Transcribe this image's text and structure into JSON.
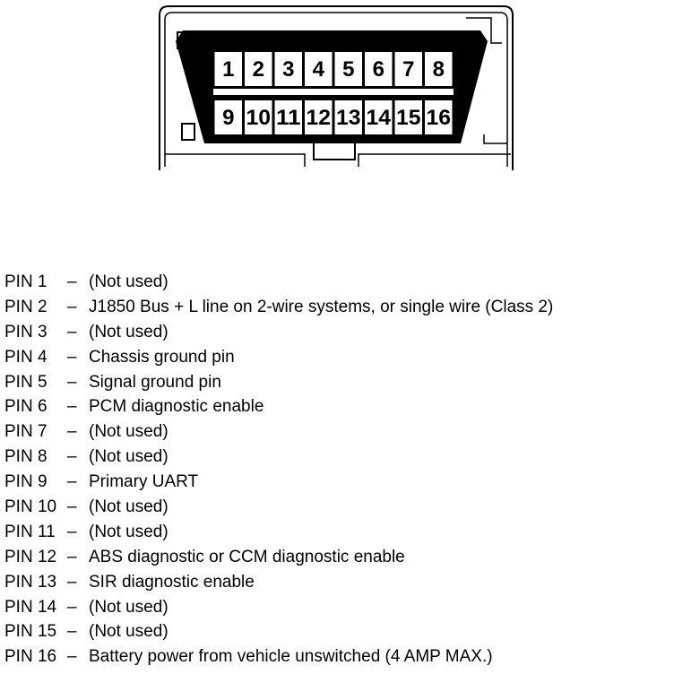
{
  "connector": {
    "top_row": [
      "1",
      "2",
      "3",
      "4",
      "5",
      "6",
      "7",
      "8"
    ],
    "bottom_row": [
      "9",
      "10",
      "11",
      "12",
      "13",
      "14",
      "15",
      "16"
    ]
  },
  "pins": [
    {
      "label": "PIN 1",
      "sep": "–",
      "description": "(Not used)"
    },
    {
      "label": "PIN 2",
      "sep": "–",
      "description": "J1850 Bus + L line on 2-wire systems, or single wire (Class 2)"
    },
    {
      "label": "PIN 3",
      "sep": "–",
      "description": "(Not used)"
    },
    {
      "label": "PIN 4",
      "sep": "–",
      "description": "Chassis ground pin"
    },
    {
      "label": "PIN 5",
      "sep": "–",
      "description": "Signal ground pin"
    },
    {
      "label": "PIN 6",
      "sep": "–",
      "description": "PCM diagnostic enable"
    },
    {
      "label": "PIN 7",
      "sep": "–",
      "description": "(Not used)"
    },
    {
      "label": "PIN 8",
      "sep": "–",
      "description": "(Not used)"
    },
    {
      "label": "PIN 9",
      "sep": "–",
      "description": "Primary UART"
    },
    {
      "label": "PIN 10",
      "sep": "–",
      "description": "(Not used)"
    },
    {
      "label": "PIN 11",
      "sep": "–",
      "description": "(Not used)"
    },
    {
      "label": "PIN 12",
      "sep": "–",
      "description": "ABS diagnostic or CCM diagnostic enable"
    },
    {
      "label": "PIN 13",
      "sep": "–",
      "description": "SIR diagnostic enable"
    },
    {
      "label": "PIN 14",
      "sep": "–",
      "description": "(Not used)"
    },
    {
      "label": "PIN 15",
      "sep": "–",
      "description": "(Not used)"
    },
    {
      "label": "PIN 16",
      "sep": "–",
      "description": "Battery power from vehicle unswitched (4 AMP MAX.)"
    }
  ]
}
